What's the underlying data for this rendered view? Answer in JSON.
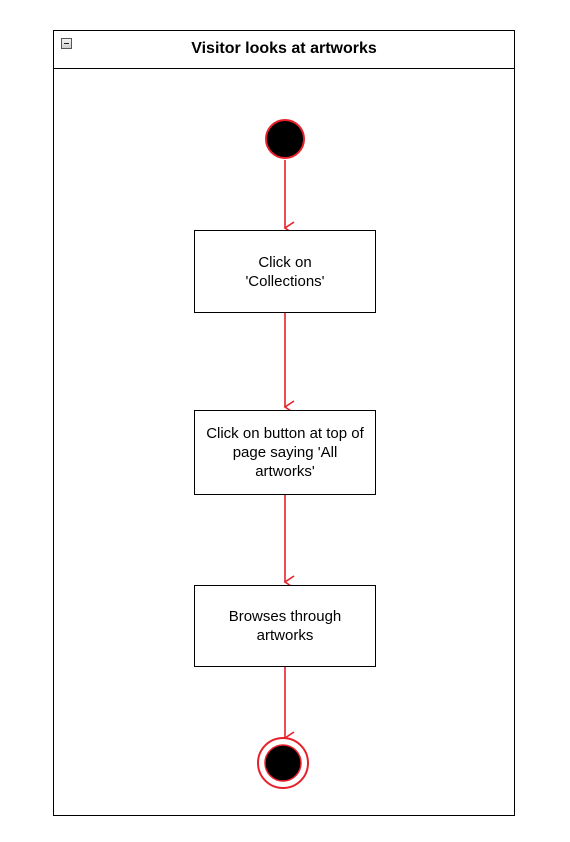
{
  "diagram": {
    "title": "Visitor looks at artworks",
    "nodes": [
      {
        "id": "click-collections",
        "label": "Click on\n'Collections'"
      },
      {
        "id": "click-all-artworks",
        "label": "Click on button at top of page saying 'All artworks'"
      },
      {
        "id": "browse-artworks",
        "label": "Browses through artworks"
      }
    ],
    "icons": {
      "collapse": "minus-square-icon",
      "initial": "initial-node-icon",
      "final": "final-node-icon"
    },
    "colors": {
      "edge": "#e8202a",
      "node_border": "#000000",
      "state_fill": "#000000"
    }
  }
}
